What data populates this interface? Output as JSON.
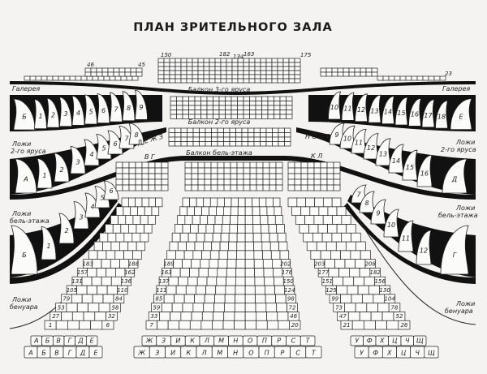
{
  "title": "ПЛАН ЗРИТЕЛЬНОГО ЗАЛА",
  "labels": {
    "gallery_left": "Галерея",
    "gallery_right": "Галерея",
    "balcony_3": "Балкон 3-го яруса",
    "balcony_2": "Балкон 2-го яруса",
    "balcony_bel": "Балкон бель-этажа",
    "boxes_2_left_1": "Ложи",
    "boxes_2_left_2": "2-го яруса",
    "boxes_2_right_1": "Ложи",
    "boxes_2_right_2": "2-го яруса",
    "boxes_bel_left_1": "Ложи",
    "boxes_bel_left_2": "бель-этажа",
    "boxes_bel_right_1": "Ложи",
    "boxes_bel_right_2": "бель-этажа",
    "benoir_left_1": "Ложи",
    "benoir_left_2": "бенуара",
    "benoir_right_1": "Ложи",
    "benoir_right_2": "бенуара",
    "bel_left_letters": "Д Е Ж З",
    "bel_right_letters": "Н О П Р",
    "bel_kl": "К Л",
    "bel_vg": "В Г"
  },
  "tier3_boxes": {
    "left": [
      "Б",
      "1",
      "2",
      "3",
      "4",
      "5",
      "6",
      "7",
      "8",
      "9"
    ],
    "right": [
      "10",
      "11",
      "12",
      "13",
      "14",
      "15",
      "16",
      "17",
      "18",
      "Е"
    ]
  },
  "tier2_boxes": {
    "left": [
      "А",
      "1",
      "2",
      "3",
      "4",
      "5",
      "6",
      "7",
      "8"
    ],
    "right": [
      "9",
      "10",
      "11",
      "12",
      "13",
      "14",
      "15",
      "16",
      "Д"
    ]
  },
  "bel_boxes": {
    "left": [
      "Б",
      "1",
      "2",
      "3",
      "4",
      "5",
      "6"
    ],
    "right": [
      "7",
      "8",
      "9",
      "10",
      "11",
      "12",
      "Г"
    ]
  },
  "gallery_numbers": [
    "150",
    "182",
    "134",
    "163",
    "175",
    "46",
    "45",
    "23"
  ],
  "parterre_rows": {
    "left": [
      [
        "1",
        "6"
      ],
      [
        "27",
        "32"
      ],
      [
        "53",
        "58"
      ],
      [
        "79",
        "84"
      ],
      [
        "105",
        "110"
      ],
      [
        "131",
        "136"
      ],
      [
        "157",
        "162"
      ],
      [
        "183",
        "188"
      ]
    ],
    "center": [
      [
        "7",
        "20"
      ],
      [
        "33",
        "46"
      ],
      [
        "59",
        "72"
      ],
      [
        "85",
        "98"
      ],
      [
        "111",
        "124"
      ],
      [
        "137",
        "150"
      ],
      [
        "163",
        "176"
      ],
      [
        "189",
        "202"
      ]
    ],
    "right": [
      [
        "21",
        "26"
      ],
      [
        "47",
        "52"
      ],
      [
        "73",
        "78"
      ],
      [
        "99",
        "104"
      ],
      [
        "125",
        "130"
      ],
      [
        "151",
        "156"
      ],
      [
        "177",
        "182"
      ],
      [
        "203",
        "208"
      ]
    ]
  },
  "bottom_boxes": {
    "upper": {
      "left": [
        "А",
        "Б",
        "В",
        "Г",
        "Д",
        "Е"
      ],
      "center": [
        "Ж",
        "З",
        "И",
        "К",
        "Л",
        "М",
        "Н",
        "О",
        "П",
        "Р",
        "С",
        "Т"
      ],
      "right": [
        "У",
        "Ф",
        "Х",
        "Ц",
        "Ч",
        "Щ"
      ]
    },
    "lower": {
      "left": [
        "А",
        "Б",
        "В",
        "Г",
        "Д",
        "Е"
      ],
      "center": [
        "Ж",
        "З",
        "И",
        "К",
        "Л",
        "М",
        "Н",
        "О",
        "П",
        "Р",
        "С",
        "Т"
      ],
      "right": [
        "У",
        "Ф",
        "Х",
        "Ц",
        "Ч",
        "Щ"
      ]
    }
  }
}
